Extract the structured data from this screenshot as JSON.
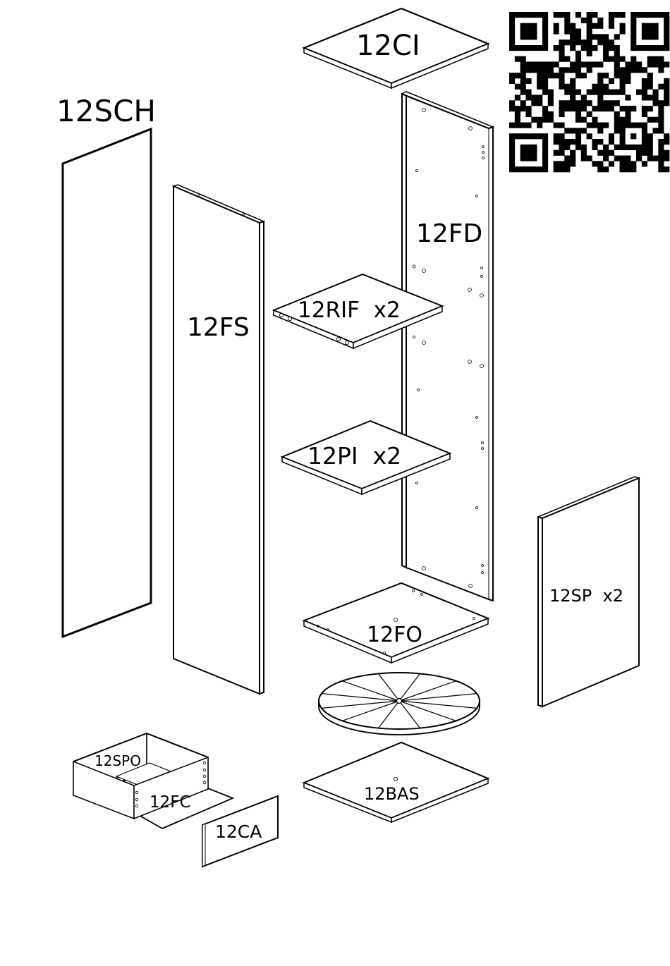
{
  "parts": {
    "top": "12CI",
    "door": "12SCH",
    "side": "12FS",
    "back": "12FD",
    "shelf_fixed": "12RIF  x2",
    "shelf": "12PI  x2",
    "bottom": "12FO",
    "shelf_side": "12SP  x2",
    "base": "12BAS",
    "drawer_side": "12SPO",
    "drawer_bottom": "12FC",
    "drawer_front": "12CA"
  },
  "qr_code": {
    "icon": "qr-code-icon"
  },
  "lazy_susan": {
    "icon": "rotating-tray-icon"
  },
  "colors": {
    "line": "#000000",
    "background": "#ffffff"
  }
}
